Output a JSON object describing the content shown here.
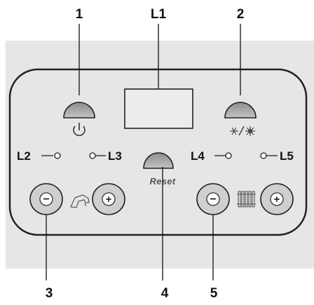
{
  "callouts": {
    "n1": "1",
    "l1": "L1",
    "n2": "2",
    "n3": "3",
    "n4": "4",
    "n5": "5"
  },
  "indicators": {
    "l2": "L2",
    "l3": "L3",
    "l4": "L4",
    "l5": "L5"
  },
  "buttons": {
    "reset_label": "Reset",
    "minus": "−",
    "plus": "+"
  },
  "icons": {
    "power": "power-icon",
    "summer_winter": "summer-winter-icon",
    "hot_water": "hot-water-tap-icon",
    "heating": "radiator-icon"
  },
  "colors": {
    "panel_background": "#e6e6e6",
    "panel_border": "#222222",
    "button_face": "#a9a9a9",
    "button_recess": "#d0d0d0"
  }
}
